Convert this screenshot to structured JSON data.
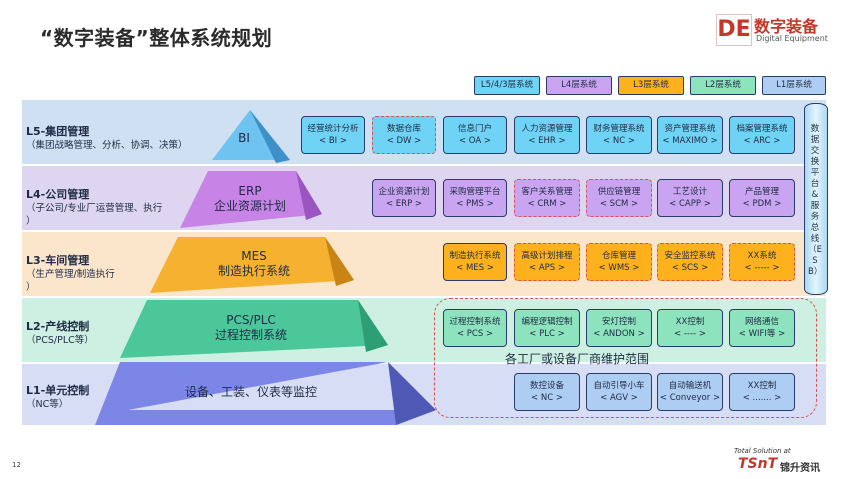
{
  "title": "“数字装备”整体系统规划",
  "logo": {
    "mark": "DE",
    "name": "数字装备",
    "tagline": "Digital Equipment"
  },
  "legend": [
    "L5/4/3层系统",
    "L4层系统",
    "L3层系统",
    "L2层系统",
    "L1层系统"
  ],
  "levels": [
    {
      "name": "L5-集团管理",
      "desc": "（集团战略管理、分析、协调、决策）",
      "desc2": ""
    },
    {
      "name": "L4-公司管理",
      "desc": "（子公司/专业厂运营管理、执行",
      "desc2": "）"
    },
    {
      "name": "L3-车间管理",
      "desc": "（生产管理/制造执行",
      "desc2": "）"
    },
    {
      "name": "L2-产线控制",
      "desc": "（PCS/PLC等）",
      "desc2": ""
    },
    {
      "name": "L1-单元控制",
      "desc": "（NC等）",
      "desc2": ""
    }
  ],
  "pyramid": {
    "bi": {
      "line1": "BI"
    },
    "erp": {
      "line1": "ERP",
      "line2": "企业资源计划"
    },
    "mes": {
      "line1": "MES",
      "line2": "制造执行系统"
    },
    "pcs": {
      "line1": "PCS/PLC",
      "line2": "过程控制系统"
    },
    "unit": {
      "line1": "设备、工装、仪表等监控"
    }
  },
  "systems": {
    "l5": [
      {
        "name": "经营统计分析",
        "code": "< BI >"
      },
      {
        "name": "数据仓库",
        "code": "< DW >"
      },
      {
        "name": "信息门户",
        "code": "< OA >"
      },
      {
        "name": "人力资源管理",
        "code": "< EHR >"
      },
      {
        "name": "财务管理系统",
        "code": "< NC >"
      },
      {
        "name": "资产管理系统",
        "code": "< MAXIMO >"
      },
      {
        "name": "档案管理系统",
        "code": "< ARC >"
      }
    ],
    "l4": [
      {
        "name": "企业资源计划",
        "code": "< ERP >"
      },
      {
        "name": "采购管理平台",
        "code": "< PMS >"
      },
      {
        "name": "客户关系管理",
        "code": "< CRM >"
      },
      {
        "name": "供应链管理",
        "code": "< SCM >"
      },
      {
        "name": "工艺设计",
        "code": "< CAPP >"
      },
      {
        "name": "产品管理",
        "code": "< PDM >"
      }
    ],
    "l3": [
      {
        "name": "制造执行系统",
        "code": "< MES >"
      },
      {
        "name": "高级计划排程",
        "code": "< APS >"
      },
      {
        "name": "仓库管理",
        "code": "< WMS >"
      },
      {
        "name": "安全监控系统",
        "code": "< SCS >"
      },
      {
        "name": "XX系统",
        "code": "< ----- >"
      }
    ],
    "l2": [
      {
        "name": "过程控制系统",
        "code": "< PCS >"
      },
      {
        "name": "编程逻辑控制",
        "code": "< PLC >"
      },
      {
        "name": "安灯控制",
        "code": "< ANDON >"
      },
      {
        "name": "XX控制",
        "code": "< ---- >"
      },
      {
        "name": "网络通信",
        "code": "< WIFI等 >"
      }
    ],
    "l1": [
      {
        "name": "数控设备",
        "code": "< NC >"
      },
      {
        "name": "自动引导小车",
        "code": "< AGV >"
      },
      {
        "name": "自动输送机",
        "code": "< Conveyor >"
      },
      {
        "name": "XX控制",
        "code": "< ....... >"
      }
    ]
  },
  "esb": "数据交换平台&服务总线（ESB）",
  "vendor_note": "各工厂或设备厂商维护范围",
  "page_number": "12",
  "footer": {
    "small": "Total Solution at",
    "brand": "TSnT",
    "cn": "锦升资讯"
  }
}
